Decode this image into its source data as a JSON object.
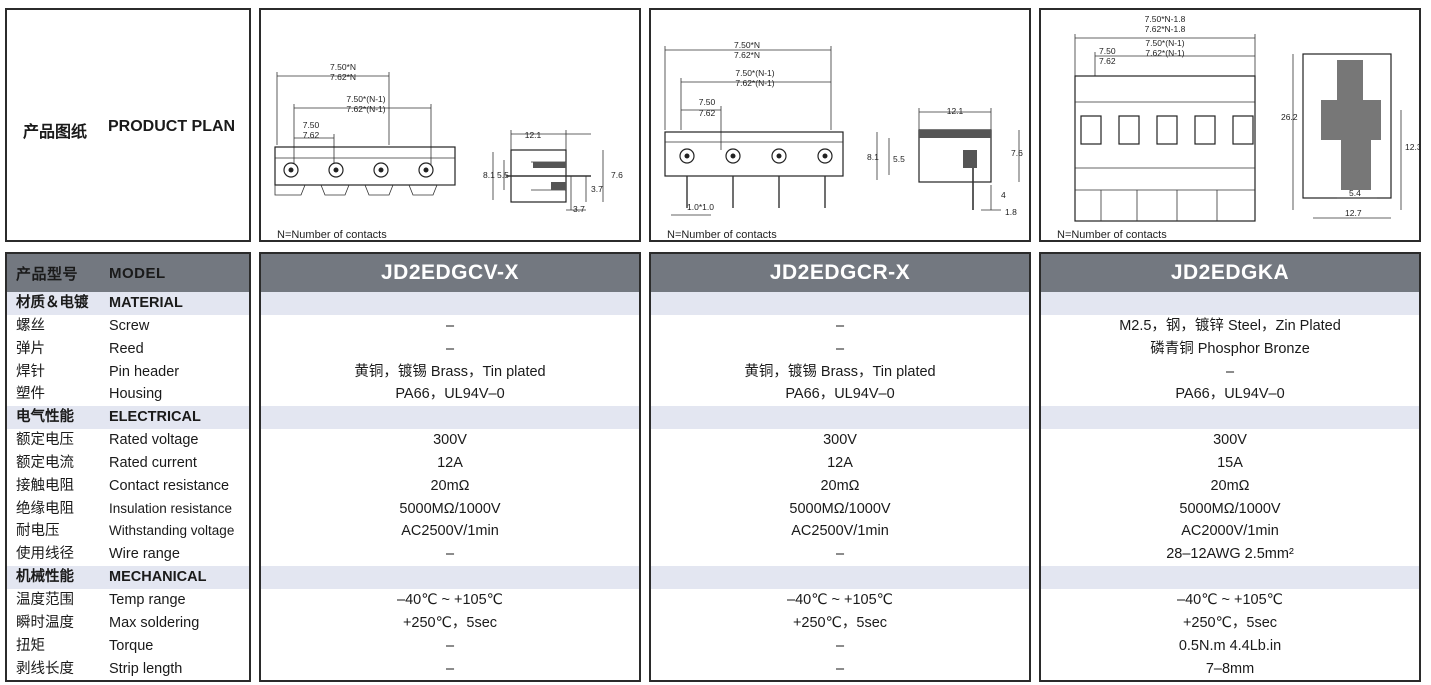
{
  "plan": {
    "title_cn": "产品图纸",
    "title_en": "PRODUCT PLAN",
    "note": "N=Number of contacts",
    "dims": {
      "n750": "7.50*N",
      "n762": "7.62*N",
      "nm1_750": "7.50*(N-1)",
      "nm1_762": "7.62*(N-1)",
      "p750": "7.50",
      "p762": "7.62",
      "d121": "12.1",
      "d81": "8.1",
      "d55": "5.5",
      "d76": "7.6",
      "d37": "3.7",
      "d10": "1.0*1.0",
      "d4": "4",
      "d18": "1.8",
      "nm18_750": "7.50*N-1.8",
      "nm18_762": "7.62*N-1.8",
      "d262": "26.2",
      "d123": "12.3",
      "d54": "5.4",
      "d127": "12.7"
    }
  },
  "table": {
    "model_cn": "产品型号",
    "model_en": "MODEL",
    "models": [
      "JD2EDGCV-X",
      "JD2EDGCR-X",
      "JD2EDGKA"
    ],
    "rows": [
      {
        "cn": "材质＆电镀",
        "en": "MATERIAL",
        "section": true,
        "v": [
          "",
          "",
          ""
        ]
      },
      {
        "cn": "螺丝",
        "en": "Screw",
        "v": [
          "–",
          "–",
          "M2.5，钢，镀锌 Steel，Zin Plated"
        ]
      },
      {
        "cn": "弹片",
        "en": "Reed",
        "v": [
          "–",
          "–",
          "磷青铜 Phosphor Bronze"
        ]
      },
      {
        "cn": "焊针",
        "en": "Pin header",
        "v": [
          "黄铜，镀锡 Brass，Tin plated",
          "黄铜，镀锡 Brass，Tin plated",
          "–"
        ]
      },
      {
        "cn": "塑件",
        "en": "Housing",
        "v": [
          "PA66，UL94V–0",
          "PA66，UL94V–0",
          "PA66，UL94V–0"
        ]
      },
      {
        "cn": "电气性能",
        "en": "ELECTRICAL",
        "section": true,
        "v": [
          "",
          "",
          ""
        ]
      },
      {
        "cn": "额定电压",
        "en": "Rated voltage",
        "v": [
          "300V",
          "300V",
          "300V"
        ]
      },
      {
        "cn": "额定电流",
        "en": "Rated current",
        "v": [
          "12A",
          "12A",
          "15A"
        ]
      },
      {
        "cn": "接触电阻",
        "en": "Contact resistance",
        "v": [
          "20mΩ",
          "20mΩ",
          "20mΩ"
        ]
      },
      {
        "cn": "绝缘电阻",
        "en": "Insulation resistance",
        "v": [
          "5000MΩ/1000V",
          "5000MΩ/1000V",
          "5000MΩ/1000V"
        ]
      },
      {
        "cn": "耐电压",
        "en": "Withstanding voltage",
        "v": [
          "AC2500V/1min",
          "AC2500V/1min",
          "AC2000V/1min"
        ]
      },
      {
        "cn": "使用线径",
        "en": "Wire range",
        "v": [
          "–",
          "–",
          "28–12AWG 2.5mm²"
        ]
      },
      {
        "cn": "机械性能",
        "en": "MECHANICAL",
        "section": true,
        "v": [
          "",
          "",
          ""
        ]
      },
      {
        "cn": "温度范围",
        "en": "Temp range",
        "v": [
          "–40℃ ~ +105℃",
          "–40℃ ~ +105℃",
          "–40℃ ~ +105℃"
        ]
      },
      {
        "cn": "瞬时温度",
        "en": "Max soldering",
        "v": [
          "+250℃，5sec",
          "+250℃，5sec",
          "+250℃，5sec"
        ]
      },
      {
        "cn": "扭矩",
        "en": "Torque",
        "v": [
          "–",
          "–",
          "0.5N.m 4.4Lb.in"
        ]
      },
      {
        "cn": "剥线长度",
        "en": "Strip length",
        "v": [
          "–",
          "–",
          "7–8mm"
        ]
      }
    ]
  }
}
